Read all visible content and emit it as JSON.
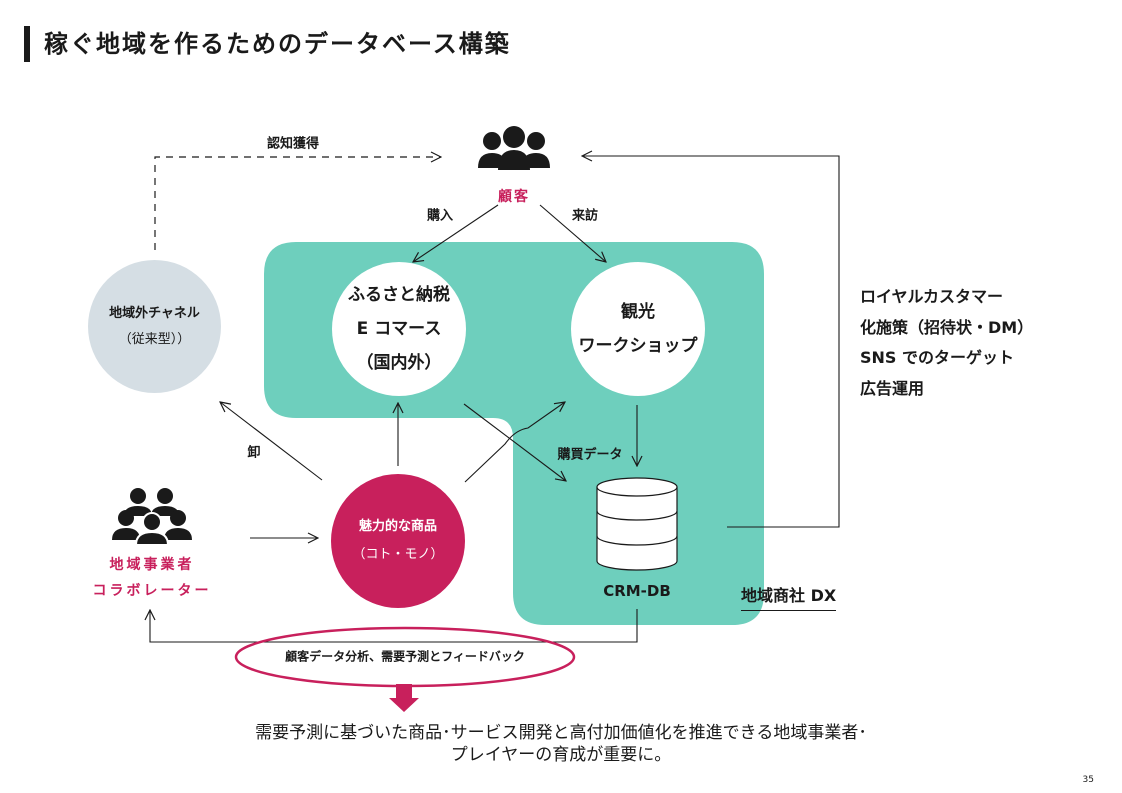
{
  "title": "稼ぐ地域を作るためのデータベース構築",
  "customer_label": "顧客",
  "awareness_label": "認知獲得",
  "purchase_label": "購入",
  "visit_label": "来訪",
  "channel": {
    "line1": "地域外チャネル",
    "line2": "（従来型））"
  },
  "ecommerce": {
    "line1": "ふるさと納税",
    "line2": "E コマース",
    "line3": "（国内外）"
  },
  "tourism": {
    "line1": "観光",
    "line2": "ワークショップ"
  },
  "product": {
    "line1": "魅力的な商品",
    "line2": "（コト・モノ）"
  },
  "business": {
    "line1": "地域事業者",
    "line2": "コラボレーター"
  },
  "wholesale_label": "卸",
  "purchase_data_label": "購買データ",
  "crm_label": "CRM-DB",
  "loyal_text": [
    "ロイヤルカスタマー",
    "化施策（招待状・DM）",
    "SNS でのターゲット",
    "広告運用"
  ],
  "dx_label": "地域商社 DX",
  "analysis_label": "顧客データ分析、需要予測とフィードバック",
  "conclusion": [
    "需要予測に基づいた商品･サービス開発と高付加価値化を推進できる地域事業者･",
    "プレイヤーの育成が重要に。"
  ],
  "page_number": "35",
  "colors": {
    "teal": "#6ecfbd",
    "pink": "#c8205c",
    "grey_circle": "#d5dee4",
    "dark": "#1a1a1a"
  }
}
